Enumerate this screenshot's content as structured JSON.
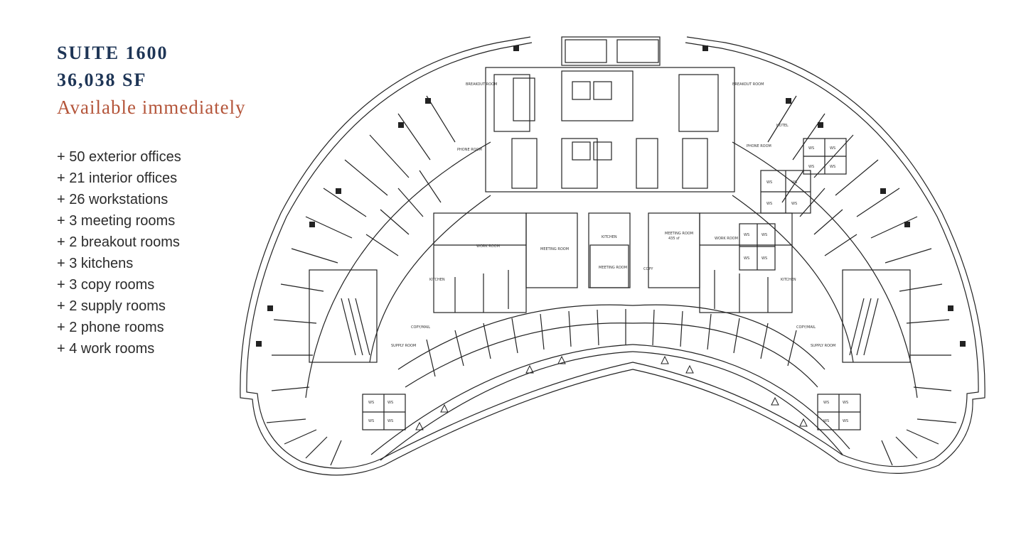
{
  "listing": {
    "suite": "SUITE 1600",
    "area": "36,038 SF",
    "availability": "Available immediately",
    "features": [
      "+ 50 exterior offices",
      "+ 21 interior offices",
      "+ 26 workstations",
      "+ 3 meeting rooms",
      "+ 2 breakout rooms",
      "+ 3 kitchens",
      "+ 3 copy rooms",
      "+ 2 supply rooms",
      "+ 2 phone rooms",
      "+ 4 work rooms"
    ]
  },
  "plan": {
    "labels": {
      "breakout_left": "BREAKOUT ROOM",
      "breakout_right": "BREAKOUT ROOM",
      "phone_left": "PHONE ROOM",
      "phone_right": "PHONE ROOM",
      "hotel": "HOTEL",
      "work_room_1": "WORK ROOM",
      "meeting_room_1": "MEETING ROOM",
      "kitchen_center": "KITCHEN",
      "meeting_room_center": "MEETING ROOM",
      "meeting_room_2": "MEETING ROOM",
      "meeting_room_2_area": "435 sf",
      "work_room_2": "WORK ROOM",
      "kitchen_left": "KITCHEN",
      "kitchen_right": "KITCHEN",
      "copy_left": "COPY/MAIL",
      "copy_right": "COPY/MAIL",
      "supply_left": "SUPPLY ROOM",
      "supply_right": "SUPPLY ROOM",
      "copy_center": "COPY",
      "ws": "WS"
    }
  },
  "colors": {
    "navy": "#1e3556",
    "rust": "#b4553a",
    "line": "#222222"
  }
}
